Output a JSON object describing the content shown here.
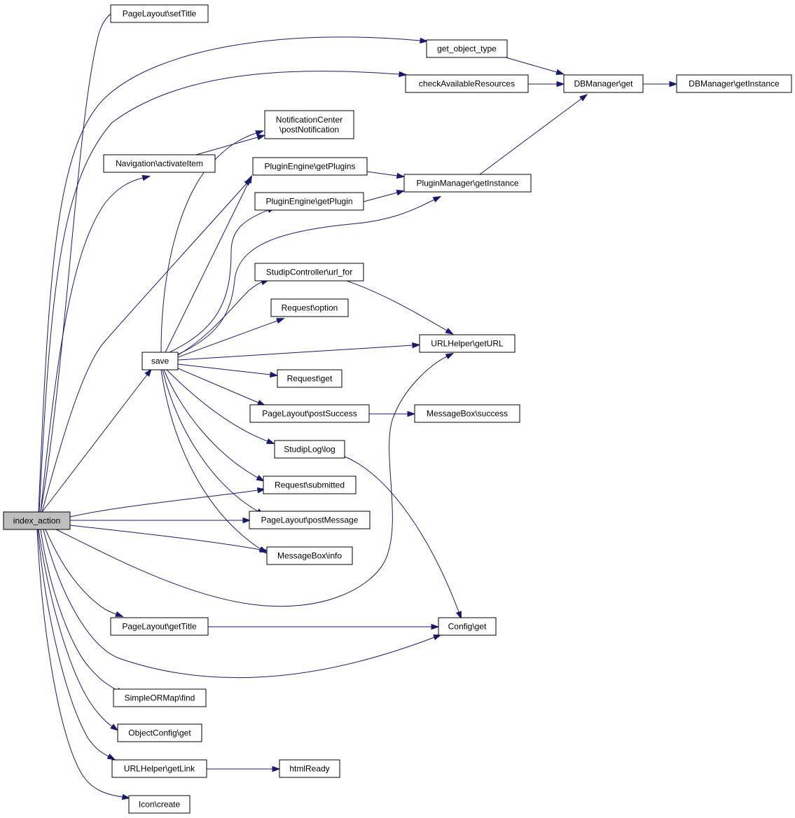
{
  "graph": {
    "nodes": [
      {
        "id": "index_action",
        "lines": [
          "index_action"
        ],
        "root": true
      },
      {
        "id": "setTitle",
        "lines": [
          "PageLayout\\setTitle"
        ]
      },
      {
        "id": "get_object_type",
        "lines": [
          "get_object_type"
        ]
      },
      {
        "id": "checkAvailableResources",
        "lines": [
          "checkAvailableResources"
        ]
      },
      {
        "id": "dbm_get",
        "lines": [
          "DBManager\\get"
        ]
      },
      {
        "id": "dbm_getInstance",
        "lines": [
          "DBManager\\getInstance"
        ]
      },
      {
        "id": "postNotification",
        "lines": [
          "NotificationCenter",
          "\\postNotification"
        ]
      },
      {
        "id": "activateItem",
        "lines": [
          "Navigation\\activateItem"
        ]
      },
      {
        "id": "getPlugins",
        "lines": [
          "PluginEngine\\getPlugins"
        ]
      },
      {
        "id": "getPlugin",
        "lines": [
          "PluginEngine\\getPlugin"
        ]
      },
      {
        "id": "pm_getInstance",
        "lines": [
          "PluginManager\\getInstance"
        ]
      },
      {
        "id": "url_for",
        "lines": [
          "StudipController\\url_for"
        ]
      },
      {
        "id": "request_option",
        "lines": [
          "Request\\option"
        ]
      },
      {
        "id": "getURL",
        "lines": [
          "URLHelper\\getURL"
        ]
      },
      {
        "id": "save",
        "lines": [
          "save"
        ]
      },
      {
        "id": "request_get",
        "lines": [
          "Request\\get"
        ]
      },
      {
        "id": "postSuccess",
        "lines": [
          "PageLayout\\postSuccess"
        ]
      },
      {
        "id": "mb_success",
        "lines": [
          "MessageBox\\success"
        ]
      },
      {
        "id": "studiplog",
        "lines": [
          "StudipLog\\log"
        ]
      },
      {
        "id": "submitted",
        "lines": [
          "Request\\submitted"
        ]
      },
      {
        "id": "postMessage",
        "lines": [
          "PageLayout\\postMessage"
        ]
      },
      {
        "id": "mb_info",
        "lines": [
          "MessageBox\\info"
        ]
      },
      {
        "id": "getTitle",
        "lines": [
          "PageLayout\\getTitle"
        ]
      },
      {
        "id": "config_get",
        "lines": [
          "Config\\get"
        ]
      },
      {
        "id": "find",
        "lines": [
          "SimpleORMap\\find"
        ]
      },
      {
        "id": "objectconfig_get",
        "lines": [
          "ObjectConfig\\get"
        ]
      },
      {
        "id": "getLink",
        "lines": [
          "URLHelper\\getLink"
        ]
      },
      {
        "id": "htmlReady",
        "lines": [
          "htmlReady"
        ]
      },
      {
        "id": "icon_create",
        "lines": [
          "Icon\\create"
        ]
      }
    ],
    "edges": [
      {
        "from": "index_action",
        "to": "setTitle"
      },
      {
        "from": "index_action",
        "to": "get_object_type"
      },
      {
        "from": "index_action",
        "to": "checkAvailableResources"
      },
      {
        "from": "index_action",
        "to": "activateItem"
      },
      {
        "from": "index_action",
        "to": "getPlugins"
      },
      {
        "from": "index_action",
        "to": "save"
      },
      {
        "from": "index_action",
        "to": "submitted"
      },
      {
        "from": "index_action",
        "to": "postMessage"
      },
      {
        "from": "index_action",
        "to": "mb_info"
      },
      {
        "from": "index_action",
        "to": "getURL"
      },
      {
        "from": "index_action",
        "to": "getTitle"
      },
      {
        "from": "index_action",
        "to": "config_get"
      },
      {
        "from": "index_action",
        "to": "find"
      },
      {
        "from": "index_action",
        "to": "objectconfig_get"
      },
      {
        "from": "index_action",
        "to": "getLink"
      },
      {
        "from": "index_action",
        "to": "icon_create"
      },
      {
        "from": "get_object_type",
        "to": "dbm_get"
      },
      {
        "from": "checkAvailableResources",
        "to": "dbm_get"
      },
      {
        "from": "dbm_get",
        "to": "dbm_getInstance"
      },
      {
        "from": "activateItem",
        "to": "postNotification"
      },
      {
        "from": "getPlugins",
        "to": "pm_getInstance"
      },
      {
        "from": "getPlugin",
        "to": "pm_getInstance"
      },
      {
        "from": "pm_getInstance",
        "to": "dbm_get"
      },
      {
        "from": "save",
        "to": "postNotification"
      },
      {
        "from": "save",
        "to": "getPlugins"
      },
      {
        "from": "save",
        "to": "getPlugin"
      },
      {
        "from": "save",
        "to": "pm_getInstance"
      },
      {
        "from": "save",
        "to": "url_for"
      },
      {
        "from": "save",
        "to": "request_option"
      },
      {
        "from": "save",
        "to": "getURL"
      },
      {
        "from": "save",
        "to": "request_get"
      },
      {
        "from": "save",
        "to": "postSuccess"
      },
      {
        "from": "save",
        "to": "studiplog"
      },
      {
        "from": "save",
        "to": "submitted"
      },
      {
        "from": "save",
        "to": "postMessage"
      },
      {
        "from": "save",
        "to": "mb_info"
      },
      {
        "from": "url_for",
        "to": "getURL"
      },
      {
        "from": "postSuccess",
        "to": "mb_success"
      },
      {
        "from": "studiplog",
        "to": "config_get"
      },
      {
        "from": "getTitle",
        "to": "config_get"
      },
      {
        "from": "getLink",
        "to": "htmlReady"
      }
    ]
  }
}
